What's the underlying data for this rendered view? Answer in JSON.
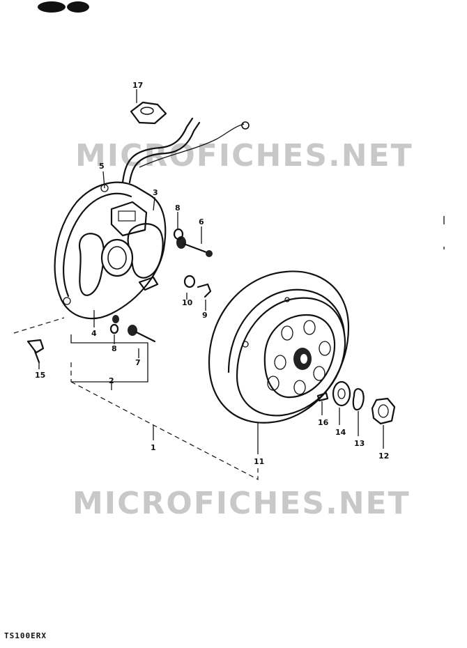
{
  "diagram": {
    "model_code": "TS100ERX",
    "watermark_top": "MICROFICHES.NET",
    "watermark_bottom": "MICROFICHES.NET",
    "part_labels": {
      "p1": "1",
      "p2": "2",
      "p3": "3",
      "p4": "4",
      "p5": "5",
      "p6": "6",
      "p7": "7",
      "p8a": "8",
      "p8b": "8",
      "p9": "9",
      "p10": "10",
      "p11": "11",
      "p12": "12",
      "p13": "13",
      "p14": "14",
      "p15": "15",
      "p16": "16",
      "p17": "17"
    }
  }
}
